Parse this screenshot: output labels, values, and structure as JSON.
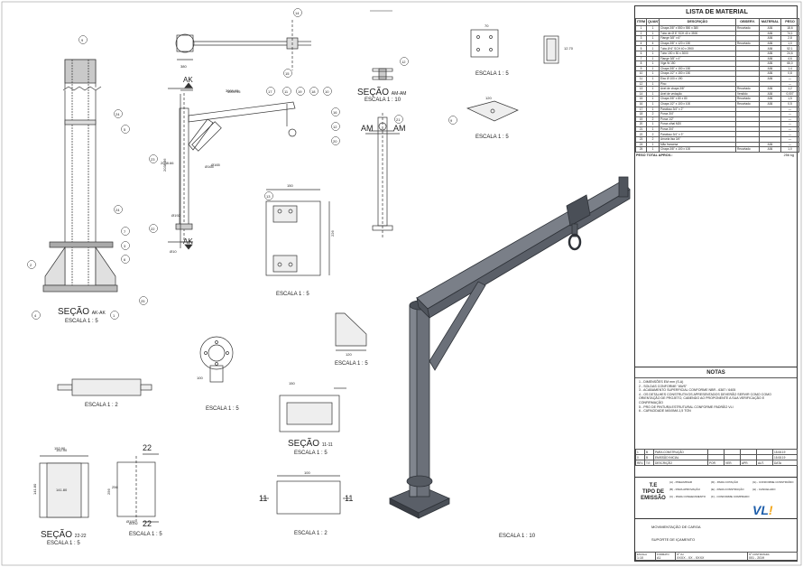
{
  "bom": {
    "title": "LISTA DE MATERIAL",
    "headers": [
      "ITEM",
      "QUANT.",
      "DESCRIÇÃO",
      "OBSERV.",
      "MATERIAL",
      "PESO"
    ],
    "rows": [
      [
        "1",
        "1",
        "Chapa 3/8\" x 550 x 550 x 380",
        "Recortado",
        "A36",
        "18,6"
      ],
      [
        "2",
        "1",
        "Tubo de Ø 6\" SCH 40 x 3500",
        "",
        "A36",
        "74,1"
      ],
      [
        "3",
        "1",
        "Flange 3/8\" x 6\"",
        "",
        "A36",
        "2,8"
      ],
      [
        "4",
        "4",
        "Chapa 3/8\" x 120 x 150",
        "Recortado",
        "A36",
        "1,0"
      ],
      [
        "5",
        "1",
        "Tubo Ø 6\" SCH 40 x 2900",
        "",
        "A36",
        "52,1"
      ],
      [
        "6",
        "1",
        "Tubo 150 x 50 x 3000",
        "",
        "A36",
        "24,6"
      ],
      [
        "7",
        "1",
        "Flange 3/8\" x 4\"",
        "",
        "A36",
        "4,6"
      ],
      [
        "8",
        "1",
        "Viga W 150",
        "",
        "A36",
        "66,0"
      ],
      [
        "9",
        "1",
        "Chapa 3/8\" x 150 x 150",
        "",
        "A36",
        "1,4"
      ],
      [
        "10",
        "1",
        "Chapa 1/2\" x 150 x 150",
        "",
        "A36",
        "0,8"
      ],
      [
        "11",
        "1",
        "Eixo Ø 100 x 190",
        "",
        "A36",
        "—"
      ],
      [
        "12",
        "1",
        "Pino",
        "",
        "",
        "—"
      ],
      [
        "13",
        "1",
        "Anel de chapa 3/8\"",
        "Recortado",
        "A36",
        "1,2"
      ],
      [
        "14",
        "1",
        "Anel de vedação",
        "Vendido",
        "A36",
        "0,007"
      ],
      [
        "15",
        "1",
        "Chapa 3/8\" x 80 x 80",
        "Recortado",
        "A36",
        "1,5"
      ],
      [
        "16",
        "1",
        "Chapa 1/2\" x 100 x 100",
        "Recortado",
        "A36",
        "0,5"
      ],
      [
        "17",
        "1",
        "Parafuso 3/4\" x 2\"",
        "",
        "",
        "—"
      ],
      [
        "18",
        "2",
        "Porca 3/4\"",
        "",
        "",
        "—"
      ],
      [
        "19",
        "2",
        "Porca 1/2\"",
        "",
        "",
        "—"
      ],
      [
        "20",
        "1",
        "Porca olhal M20",
        "",
        "",
        "—"
      ],
      [
        "21",
        "1",
        "Porca 3/4\"",
        "",
        "",
        "—"
      ],
      [
        "22",
        "2",
        "Parafuso 3/4\" x 3\"",
        "",
        "",
        "—"
      ],
      [
        "23",
        "2",
        "Arruela lisa 3/4\"",
        "",
        "",
        "—"
      ],
      [
        "24",
        "1",
        "Mão francesa",
        "",
        "A36",
        "—"
      ],
      [
        "25",
        "1",
        "Chapa 3/8\" x 100 x 100",
        "Recortado",
        "A36",
        "1,0"
      ]
    ],
    "peso_total_label": "PESO TOTAL APROX.:",
    "peso_total_value": "256 kg"
  },
  "notas": {
    "title": "NOTAS",
    "items": [
      "1 - DIMENSÕES EM mm (S.A)",
      "2 - SOLDAS CONFORME \"AWS\"",
      "3 - ACABAMENTO SUPERFICIAL CONFORME NBR - 6387 / 6405",
      "4 - OS DETALHES CONSTRUTIVOS APRESENTADOS DEVERÃO SERVIR COMO COMO",
      "     ORIENTAÇÃO DE PROJETO, CABENDO AO PROPONENTE A SUA VERIFICAÇÃO E",
      "     CONFIRMAÇÃO",
      "5 - PRO DE PINTURA ESTRUTURAL CONFORME PADRÃO VLI",
      "6 - CAPACIDADE MÁXIMA 1,5 TON"
    ]
  },
  "revisions": {
    "rows": [
      [
        "1",
        "B",
        "PARA CONSTRUÇÃO",
        "",
        "",
        "",
        "",
        "",
        "15.08.19"
      ],
      [
        "0",
        "B",
        "EMISSÃO INICIAL",
        "",
        "",
        "",
        "",
        "",
        "15.08.19"
      ],
      [
        "REV.",
        "T.E",
        "DESCRIÇÃO",
        "POR",
        "VER.",
        "APR.",
        "AUT.",
        "DATA",
        ""
      ]
    ]
  },
  "te": {
    "title": "T.E\nTIPO DE\nEMISSÃO",
    "options": [
      "(A) - PRELIMINAR",
      "(B) - PARA APROVAÇÃO",
      "(C) - PARA CONHECIMENTO",
      "(D) - PARA COTAÇÃO",
      "(E) - PARA CONSTRUÇÃO",
      "(F) - CONFORME COMPRADO",
      "(G) - CONFORME CONSTRUÍDO",
      "(H) - CANCELADO"
    ]
  },
  "logo": {
    "text": "VL",
    "accent": "!"
  },
  "titles": {
    "t1": "MOVIMENTAÇÃO DE CARGA",
    "t2": "SUPORTE DE IÇAMENTO"
  },
  "titleblock": {
    "escala_label": "ESCALA",
    "escala": "1:10",
    "formato_label": "FORMATO",
    "formato": "A1",
    "numero_label": "Nº VLI",
    "numero": "XXXX - XX - XXXX",
    "contratada_label": "Nº CONTRATADA",
    "contratada": "001 - 2019"
  },
  "drawing": {
    "sec_akak": "SEÇÃO",
    "sec_akak_tag": "AK-AK",
    "esc_1_5": "ESCALA 1 : 5",
    "esc_1_2": "ESCALA 1 : 2",
    "esc_1_10": "ESCALA 1 : 10",
    "sec_amam": "SEÇÃO",
    "sec_amam_tag": "AM-AM",
    "sec_11": "SEÇÃO",
    "sec_11_tag": "11-11",
    "sec_22": "SEÇÃO",
    "sec_22_tag": "22-22",
    "dim_3009": "3009.95",
    "dim_2038": "2038.66",
    "dim_380": "380",
    "dim_150": "150",
    "dim_120": "120",
    "dim_100": "100",
    "dim_152": "152.90",
    "dim_141": "141.80",
    "dim_256": "256",
    "dim_192": "Ø192",
    "dim_165": "Ø165",
    "ak": "AK",
    "am": "AM",
    "n22": "22",
    "n11": "11"
  },
  "colors": {
    "steel": "#5a5f68",
    "steel_light": "#8a8f98",
    "steel_dark": "#3a3e45",
    "line": "#333333",
    "logo": "#1e5eaa",
    "logo_accent": "#f2a61a"
  }
}
